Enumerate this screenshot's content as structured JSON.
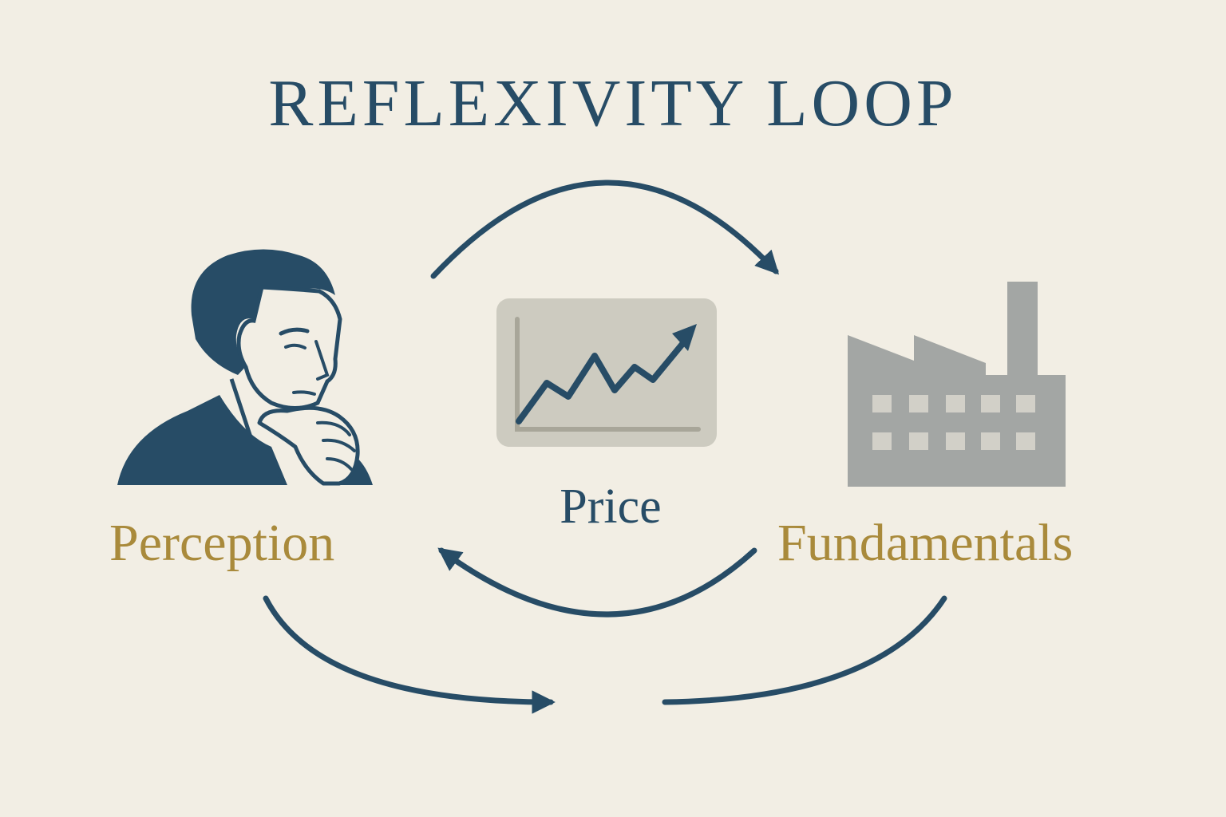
{
  "title": "REFLEXIVITY LOOP",
  "nodes": {
    "perception": {
      "label": "Perception",
      "icon": "thinking-person-icon"
    },
    "price": {
      "label": "Price",
      "icon": "rising-price-chart-icon"
    },
    "fundamentals": {
      "label": "Fundamentals",
      "icon": "factory-icon"
    }
  },
  "colors": {
    "background": "#f2eee4",
    "primary": "#274c66",
    "accent": "#a98a3b",
    "chart_panel": "#cdcbc0",
    "factory": "#a3a6a4"
  }
}
